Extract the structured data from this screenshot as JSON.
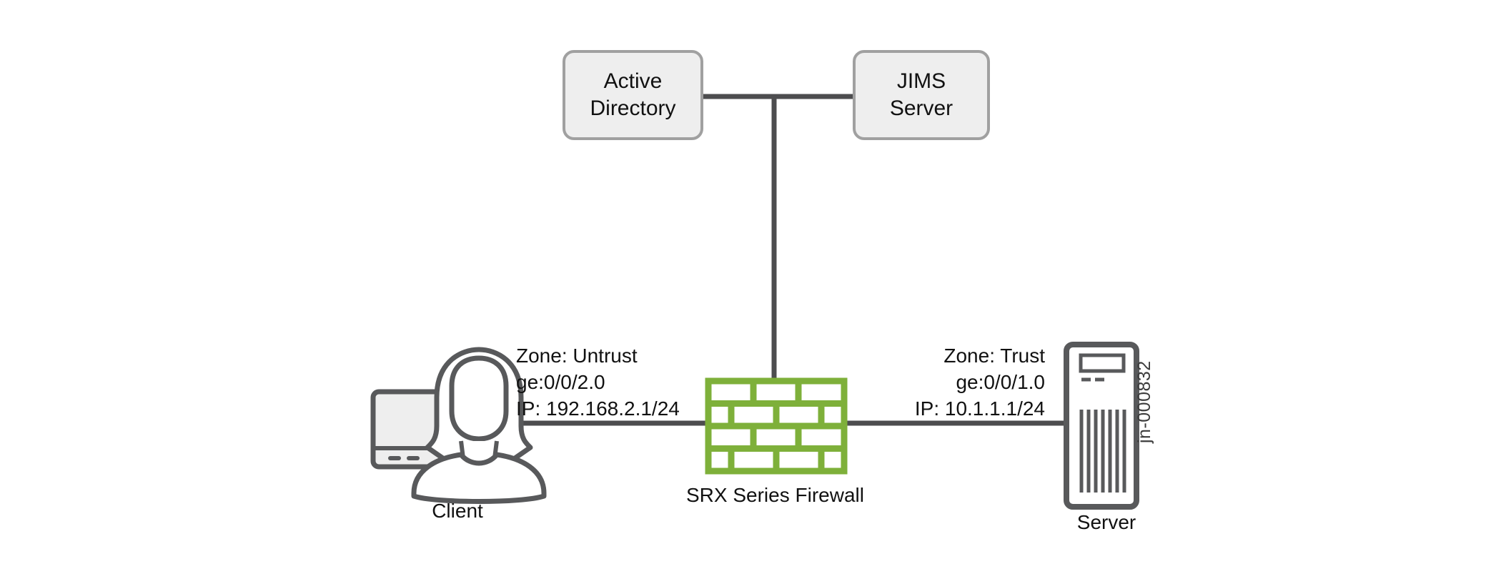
{
  "diagram": {
    "title": "JIMS / SRX Series Firewall user identification topology",
    "watermark": "jn-000832",
    "colors": {
      "line": "#4d4d4f",
      "node_fill": "#eeeeee",
      "node_border": "#a0a0a0",
      "firewall_green": "#7eb03a",
      "icon_stroke": "#58595b",
      "background": "#ffffff"
    },
    "nodes": {
      "active_directory": {
        "line1": "Active",
        "line2": "Directory"
      },
      "jims_server": {
        "line1": "JIMS",
        "line2": "Server"
      },
      "client": {
        "caption": "Client",
        "icon": "person-with-laptop-icon"
      },
      "firewall": {
        "caption_line1": "SRX Series",
        "caption_line2": "Firewall",
        "icon": "brick-wall-icon"
      },
      "server": {
        "caption": "Server",
        "icon": "server-tower-icon"
      }
    },
    "interfaces": {
      "untrust": {
        "zone": "Zone: Untrust",
        "interface": "ge:0/0/2.0",
        "ip": "IP: 192.168.2.1/24"
      },
      "trust": {
        "zone": "Zone: Trust",
        "interface": "ge:0/0/1.0",
        "ip": "IP: 10.1.1.1/24"
      }
    },
    "links": [
      {
        "name": "active-directory-to-jims",
        "from": "active_directory",
        "to": "jims_server"
      },
      {
        "name": "jims-bus-to-firewall",
        "from": "ad-jims-bus",
        "to": "firewall"
      },
      {
        "name": "client-to-firewall",
        "from": "client",
        "to": "firewall"
      },
      {
        "name": "firewall-to-server",
        "from": "firewall",
        "to": "server"
      }
    ]
  }
}
